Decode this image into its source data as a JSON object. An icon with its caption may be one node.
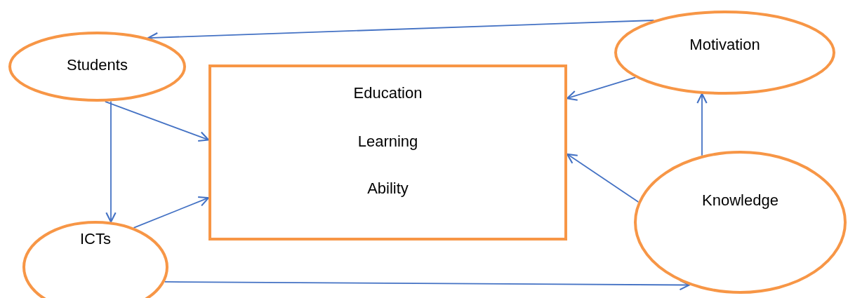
{
  "diagram": {
    "nodes": [
      {
        "text": [
          "Students"
        ]
      },
      {
        "text": [
          "Education",
          "Learning",
          "Ability"
        ]
      },
      {
        "text": [
          "Motivation"
        ]
      },
      {
        "text": [
          "Knowledge"
        ]
      },
      {
        "text": [
          "ICTs"
        ]
      }
    ],
    "edges": [
      {
        "from": 2,
        "to": 0,
        "arrow": "to"
      },
      {
        "from": 0,
        "to": 1,
        "arrow": "to"
      },
      {
        "from": 0,
        "to": 4,
        "arrow": "to"
      },
      {
        "from": 4,
        "to": 1,
        "arrow": "to"
      },
      {
        "from": 4,
        "to": 3,
        "arrow": "to"
      },
      {
        "from": 3,
        "to": 1,
        "arrow": "to"
      },
      {
        "from": 3,
        "to": 2,
        "arrow": "to"
      },
      {
        "from": 2,
        "to": 1,
        "arrow": "to"
      }
    ]
  }
}
